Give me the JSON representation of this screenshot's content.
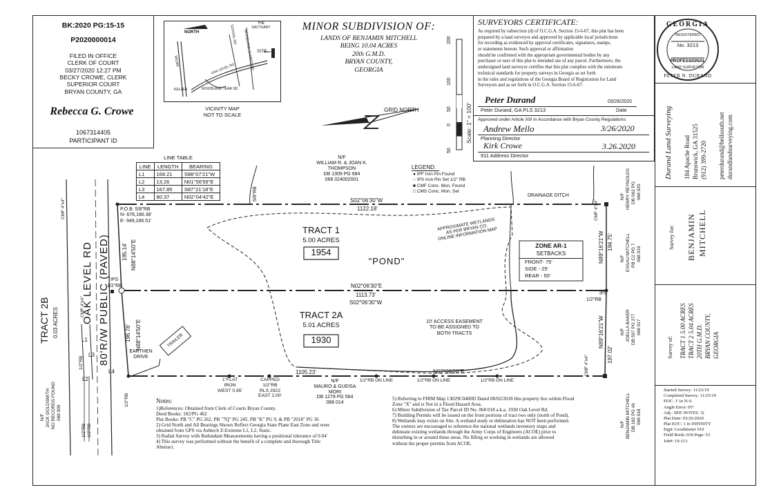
{
  "recording": {
    "book_page": "BK:2020 PG:15-15",
    "doc_number": "P2020000014",
    "lines": [
      "FILED IN OFFICE",
      "CLERK OF COURT",
      "03/27/2020 12:27 PM",
      "BECKY CROWE, CLERK",
      "SUPERIOR COURT",
      "BRYAN COUNTY, GA"
    ],
    "signature": "Rebecca G. Crowe",
    "participant_number": "1067314405",
    "participant_label": "PARTICIPANT ID"
  },
  "vicinity": {
    "north": "NORTH",
    "labels": [
      "THE SACTUARY",
      "OAK LEVEL RD",
      "SITE",
      "SCHOOL RD",
      "WOODLAND SHARED RD",
      "WOODLAND TEAR SD",
      "KELLER",
      "HWY 144",
      "WILMA"
    ],
    "caption": [
      "VICINITY MAP",
      "NOT TO SCALE"
    ]
  },
  "title": {
    "heading": "MINOR SUBDIVISION OF:",
    "lines": [
      "LANDS OF BENJAMIN MITCHELL",
      "BEING 10.04 ACRES",
      "20th G.M.D.",
      "BRYAN COUNTY,",
      "GEORGIA"
    ]
  },
  "scale": {
    "label": "Scale: 1\" = 100'",
    "ticks": [
      "200",
      "100",
      "50",
      "0",
      "50"
    ],
    "grid_north": "GRID NORTH"
  },
  "surveyor": {
    "heading": "SURVEYORS CERTIFICATE:",
    "body": [
      "As required by subsection (d) of O.C.G.A. Section 15-6-67, this plat has been",
      "prepared by a land surveyor and approved by applicable local jurisdictions",
      "for recording as evidenced by approval certificates, signatures, stamps,",
      "or statements hereon. Such approval or affirmation",
      "should be confirmed with the appropriate governmental bodies by any",
      "purchaser or user of this plat to intended use of any parcel. Furthermore, the",
      "undersigned land surveyor certifies that this plat complies with the minimum",
      "technical standards for property surveys in Georgia as set forth",
      "in the rules and regulations of the Georgia Board of Registration for Land",
      "Surveyors and as set forth in O.C.G.A. Section 15-6-67."
    ],
    "signature": "Peter Durand",
    "sign_date": "03/26/2020",
    "signer": "Peter Durand, GA PLS 3213",
    "date_label": "Date",
    "approved": "Approved under Article XIII in Accordance with Bryan County Regulations:",
    "sig2": "Andrew Mello",
    "date2": "3/26/2020",
    "role2": "Planning Director",
    "sig3": "Kirk Crowe",
    "date3": "3.26.2020",
    "role3": "911 Address Director"
  },
  "seal": {
    "top": "GEORGIA",
    "registered": "REGISTERED",
    "no": "No. 3213",
    "prof": "PROFESSIONAL",
    "ls": "LAND SURVEYOR",
    "name": "PETER N. DURAND"
  },
  "firm": {
    "name": "Durand Land Surveying",
    "address": [
      "184 Apache Road",
      "Brunswick, GA 31525",
      "(912) 399-2720"
    ],
    "contact": [
      "peterdurand@bellsouth.net",
      "durandlandsurveying.com"
    ]
  },
  "survey_for": {
    "label": "Survey for:",
    "name": [
      "BENJAMIN",
      "MITCHELL"
    ]
  },
  "survey_of": {
    "label": "Survey of:",
    "lines": [
      "TRACT 1 5.00 ACRES",
      "TRACT 2 5.04 ACRES",
      "20TH G.M.D.",
      "BRYAN COUNTY,",
      "GEORGIA"
    ]
  },
  "survey_info": [
    "Started Survey: 11/23/19",
    "Completed Survey: 11/25/19",
    "EOC: 1' in N/A",
    "Angle Error: 05\"",
    "Adj.: SEE NOTES: 3)",
    "Plat Date: 03/26/2020",
    "Plat EOC: 1 in INFINITY",
    "Eqpt: Geodimeter 610",
    "Field Book: 039   Page: 53",
    "Job#: 19-113"
  ],
  "line_table": {
    "caption": "LINE TABLE",
    "headers": [
      "LINE",
      "LENGTH",
      "BEARING"
    ],
    "rows": [
      [
        "L1",
        "168.21",
        "S88°07'21\"W"
      ],
      [
        "L2",
        "13.26",
        "N01°56'59\"E"
      ],
      [
        "L3",
        "167.85",
        "S87°21'18\"E"
      ],
      [
        "L4",
        "80.37",
        "N02°04'42\"E"
      ]
    ]
  },
  "legend": {
    "title": "LEGEND:",
    "items": [
      [
        "IPF",
        "Iron Pin Found"
      ],
      [
        "IPS",
        "Iron Pin Set 1/2\" RB"
      ],
      [
        "CMF",
        "Conc. Mon. Found"
      ],
      [
        "CMS",
        "Conc. Mon. Set"
      ]
    ]
  },
  "plat": {
    "owner_north": [
      "N/F",
      "WILLIAM R. & JOAN K.",
      "THOMPSON",
      "DB 1309 PG 684",
      "068 024002001"
    ],
    "tract1": {
      "name": "TRACT 1",
      "acres": "5.00 ACRES",
      "num": "1954"
    },
    "tract2": {
      "name": "TRACT 2A",
      "acres": "5.01 ACRES",
      "num": "1930"
    },
    "pond": "\"POND\"",
    "wetlands": [
      "APPROXIMATE WETLANDS",
      "AS PER BRYAN CO.",
      "ONLINE INFORMATION MAP"
    ],
    "zone": {
      "title": "ZONE AR-1",
      "sub": "SETBACKS",
      "front": "FRONT- 75'",
      "side": "SIDE - 25'",
      "rear": "REAR - 50'"
    },
    "bearing_n": "S02°06'30\"W",
    "dist_n": "1122.18'",
    "bearing_mid1": "N02°06'30\"E",
    "dist_mid": "1113.73'",
    "bearing_mid2": "S02°06'30\"W",
    "dist_s": "1105.23'",
    "bearing_s": "N02°08'28\"E",
    "drainage": "DRAINAGE DITCH",
    "easement": [
      "10' ACCESS EASEMENT",
      "TO BE ASSIGNED TO",
      "BOTH TRACTS"
    ],
    "pob": [
      "P.O.B. 5/8\"RB",
      "N- 676,186.38'",
      "E- 949,166.51'"
    ],
    "rb58": "5/8\"RB",
    "ips": "IPS",
    "rb12": "1/2\"RB",
    "west_dist1": "195.14'",
    "west_brg1": "N88°14'50\"E",
    "west_dist2": "196.78'",
    "west_brg2": "N88°14'50\"E",
    "east_brg1": "N89°16'21\"W",
    "east_dist1": "194.75'",
    "east_brg2": "N89°16'21\"W",
    "east_dist2": "197.02'",
    "road": [
      "OAK LEVEL RD",
      "80'R/W PUBLIC (PAVED)"
    ],
    "tract2b": [
      "TRACT 2B",
      "0.03 ACRES"
    ],
    "cmf": "CMF 4\"x4\"",
    "earthen": [
      "EARTHEN",
      "DRIVE"
    ],
    "trailer": "TRAILER",
    "flat_iron": [
      "1\"FLAT",
      "IRON",
      "WEST 0.65'"
    ],
    "capped": [
      "CAPPED",
      "1/2\"RB",
      "RLS 2922",
      "EAST 2.00'"
    ],
    "owner_south": [
      "N/F",
      "MAURO & GUEISA",
      "MORI",
      "DB 1279 PG 564",
      "068 014"
    ],
    "on_line": "1/2\"RB ON LINE",
    "owner_se": [
      "N/F",
      "BENJAMIN MITCHELL",
      "DB 182 PG 46",
      "068 018"
    ],
    "owner_e1": [
      "N/F",
      "HENRY REYNOLDS",
      "DB 062 PG",
      "068 020"
    ],
    "owner_e2": [
      "N/F",
      "ESSAU MITCHELL",
      "PB C2 PG 7",
      "068 019"
    ],
    "owner_e3": [
      "N/F",
      "JOELLA BAKER",
      "DB 597 PG 277",
      "068 017"
    ],
    "owner_w": [
      "N/F",
      "JACK GOLDSMITH",
      "NO RECORDS FOUND",
      "068 009"
    ],
    "l_labels": [
      "L1",
      "L2",
      "L3",
      "L4"
    ]
  },
  "notes_left": {
    "title": "Notes:",
    "lines": [
      "1)References: Obtained from Clerk of Courts Bryan County.",
      "   Deed Books: 182/PG 462",
      "   Plat Books: PB \"C\" PG 262, PB \"7Q\" PG 245, PB \"K\" PG 9, & PB \"2018\" PG 36",
      "2) Grid North and All Bearings Shown Reflect Georgia State Plane East Zone and were",
      "   obtained from GPS via Ashtech Z-Extreme L1, L2, Static.",
      "3) Radial Survey with Redundant Measurements having a positional tolerance of 0.04'",
      "4) This survey was performed without the benefit of a complete and thorough Title",
      "   Abstract."
    ]
  },
  "notes_right": {
    "lines": [
      "5) Referring to FIRM Map 13029C0400D Dated 08/02/2018 this property lies within Flood",
      "   Zone \"X\" and is Not in a Flood Hazard Area.",
      "6) Minor Subdivision of Tax Parcel ID No. 068 018 a.k.a. 1930 Oak Level Rd.",
      "7) Building Permits will be issued on the front portions of tract two only (north of Pond).",
      "8) Wetlands may exists on Site. A wetland study or delineation has NOT been performed.",
      "   The owners are encouraged to reference the national wetlands inventory maps and",
      "   delineate existing wetlands through the Army Corps of Engineers (ACOE) prior to",
      "   disturbing in or around these areas. No filling or working in wetlands are allowed",
      "   without the proper permits from ACOE."
    ]
  }
}
